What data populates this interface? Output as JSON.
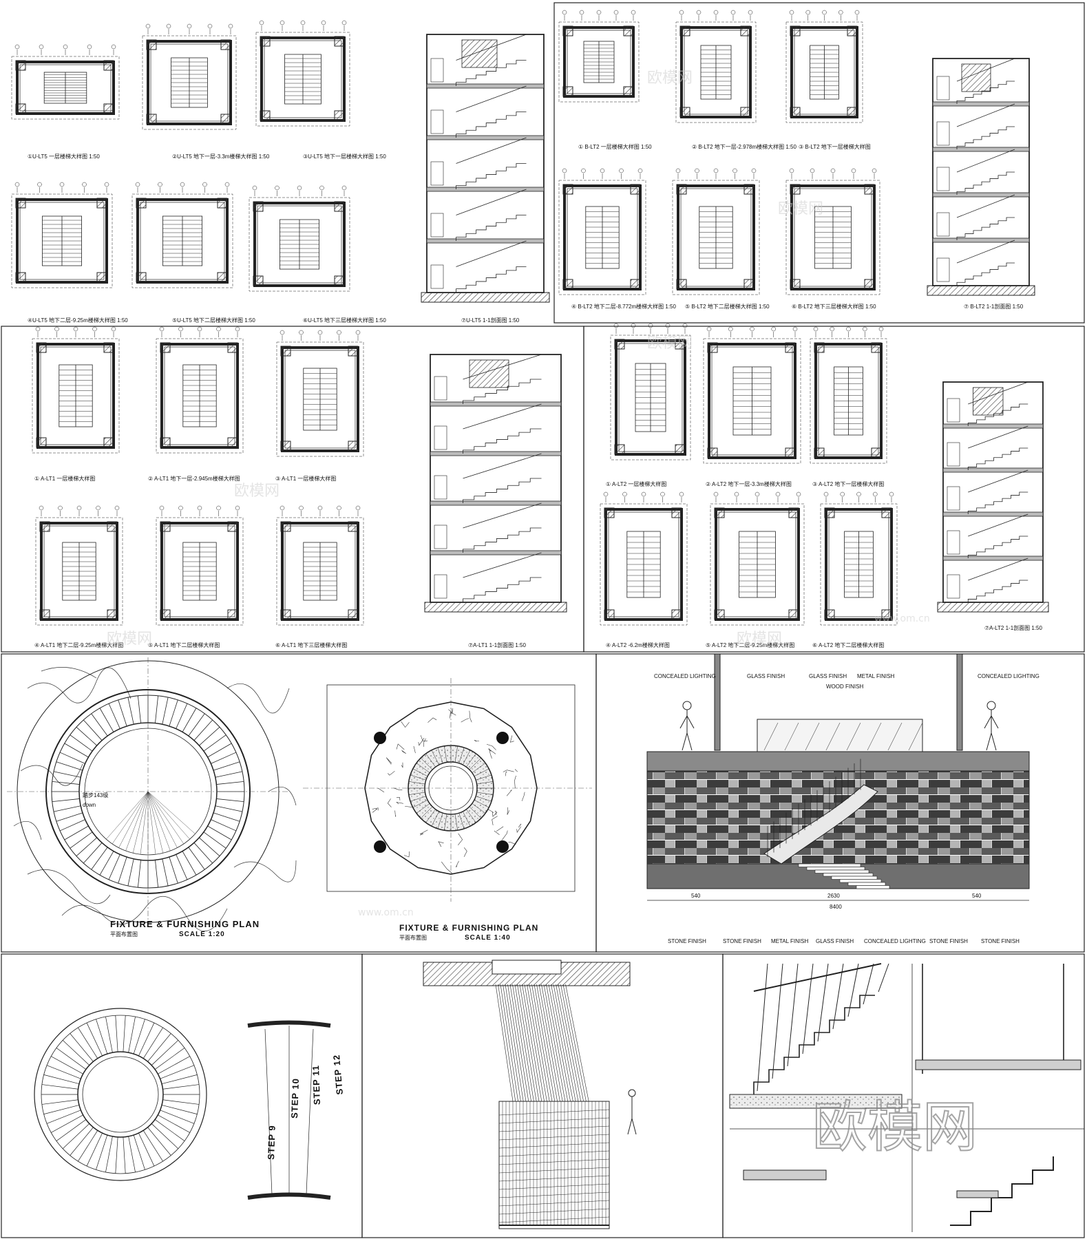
{
  "watermark": {
    "brand": "欧模网",
    "url": "www.om.cn"
  },
  "sheet1": {
    "labels": [
      "①U-LT5 一层楼梯大样图 1:50",
      "②U-LT5 地下一层-3.3m楼梯大样图 1:50",
      "③U-LT5 地下一层楼梯大样图 1:50",
      "④U-LT5 地下二层-9.25m楼梯大样图 1:50",
      "⑤U-LT5 地下二层楼梯大样图 1:50",
      "⑥U-LT5 地下三层楼梯大样图 1:50",
      "⑦U-LT5 1-1剖面图 1:50"
    ]
  },
  "sheet2": {
    "labels": [
      "① B-LT2 一层楼梯大样图 1:50",
      "② B-LT2 地下一层-2.978m楼梯大样图 1:50",
      "③ B-LT2 地下一层楼梯大样图",
      "④ B-LT2 地下二层-8.772m楼梯大样图 1:50",
      "⑤ B-LT2 地下二层楼梯大样图 1:50",
      "⑥ B-LT2 地下三层楼梯大样图 1:50",
      "⑦ B-LT2 1-1剖面图 1:50"
    ]
  },
  "sheet3": {
    "labels": [
      "① A-LT1 一层楼梯大样图",
      "② A-LT1 地下一层-2.945m楼梯大样图",
      "③ A-LT1 一层楼梯大样图",
      "④ A-LT1 地下二层-9.25m楼梯大样图",
      "⑤ A-LT1 地下二层楼梯大样图",
      "⑥ A-LT1 地下三层楼梯大样图",
      "⑦A-LT1 1-1剖面图 1:50"
    ]
  },
  "sheet4": {
    "labels": [
      "① A-LT2 一层楼梯大样图",
      "② A-LT2 地下一层-3.3m楼梯大样图",
      "③ A-LT2 地下一层楼梯大样图",
      "④ A-LT2 -6.2m楼梯大样图",
      "⑤ A-LT2 地下二层-9.25m楼梯大样图",
      "⑥ A-LT2 地下二层楼梯大样图",
      "⑦A-LT2 1-1剖面图 1:50"
    ]
  },
  "sheet5": {
    "plan1_title": "FIXTURE & FURNISHING PLAN",
    "plan1_subtitle": "平面布置图",
    "plan1_scale": "SCALE 1:20",
    "plan1_note": "踏步143级",
    "plan1_down": "down",
    "plan2_title": "FIXTURE & FURNISHING PLAN",
    "plan2_subtitle": "平面布置图",
    "plan2_scale": "SCALE 1:40"
  },
  "sheet6": {
    "top_tags": [
      "CONCEALED LIGHTING",
      "GLASS FINISH",
      "GLASS FINISH",
      "METAL FINISH",
      "WOOD FINISH",
      "CONCEALED LIGHTING"
    ],
    "dims": [
      "540",
      "2630",
      "540",
      "8400"
    ],
    "bottom_tags": [
      "STONE FINISH",
      "STONE FINISH",
      "METAL FINISH",
      "GLASS FINISH",
      "CONCEALED LIGHTING",
      "STONE FINISH",
      "STONE FINISH"
    ]
  },
  "sheet7": {
    "steps": [
      "STEP 9",
      "STEP 10",
      "STEP 11",
      "STEP 12"
    ]
  }
}
